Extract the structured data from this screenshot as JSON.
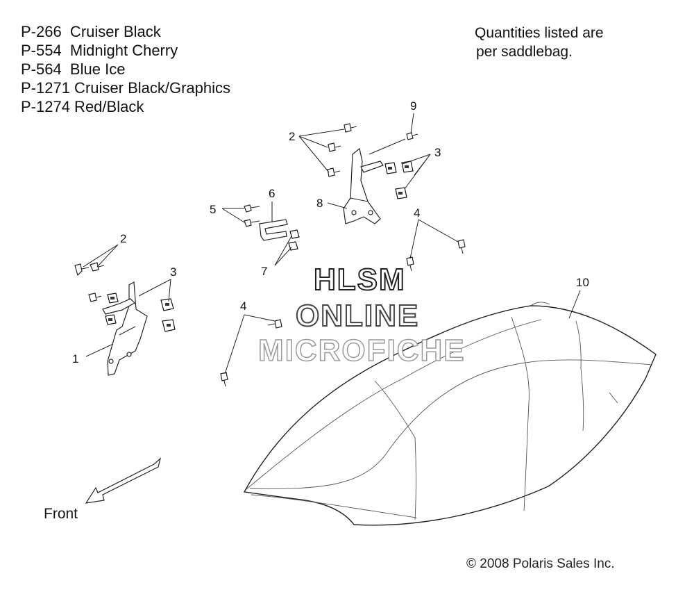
{
  "color_codes": [
    "P-266  Cruiser Black",
    "P-554  Midnight Cherry",
    "P-564  Blue Ice",
    "P-1271 Cruiser Black/Graphics",
    "P-1274 Red/Black"
  ],
  "note": {
    "line1": "Quantities listed are",
    "line2": "per saddlebag."
  },
  "direction_label": "Front",
  "copyright": "© 2008 Polaris Sales Inc.",
  "watermark": {
    "line1": "HLSM",
    "line2": "ONLINE",
    "line3": "MICROFICHE"
  },
  "callouts": {
    "c1": "1",
    "c2a": "2",
    "c2b": "2",
    "c3a": "3",
    "c3b": "3",
    "c4a": "4",
    "c4b": "4",
    "c5": "5",
    "c6": "6",
    "c7": "7",
    "c8": "8",
    "c9": "9",
    "c10": "10"
  }
}
